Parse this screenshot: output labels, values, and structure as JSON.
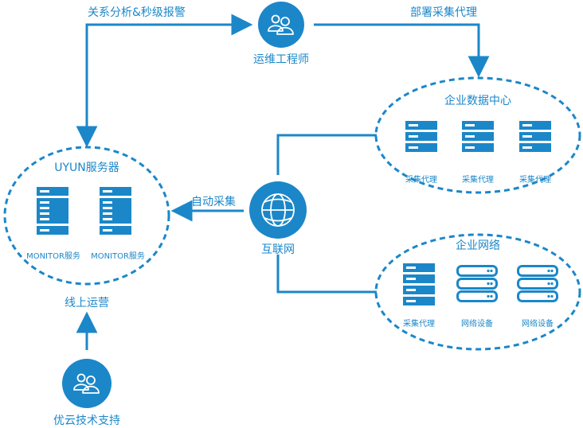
{
  "colors": {
    "primary": "#1b87c9",
    "background": "#ffffff"
  },
  "edges": {
    "top_left": "关系分析&秒级报警",
    "top_right": "部署采集代理",
    "middle_left": "自动采集"
  },
  "nodes": {
    "engineer": {
      "label": "运维工程师",
      "icon": "users-icon"
    },
    "internet": {
      "label": "互联网",
      "icon": "globe-icon"
    },
    "support": {
      "label": "优云技术支持",
      "icon": "users-icon"
    }
  },
  "groups": {
    "uyun": {
      "title": "UYUN服务器",
      "caption": "线上运营",
      "items": [
        "MONITOR服务",
        "MONITOR服务"
      ]
    },
    "datacenter": {
      "title": "企业数据中心",
      "items": [
        "采集代理",
        "采集代理",
        "采集代理"
      ]
    },
    "network": {
      "title": "企业网络",
      "items": [
        "采集代理",
        "网络设备",
        "网络设备"
      ]
    }
  }
}
